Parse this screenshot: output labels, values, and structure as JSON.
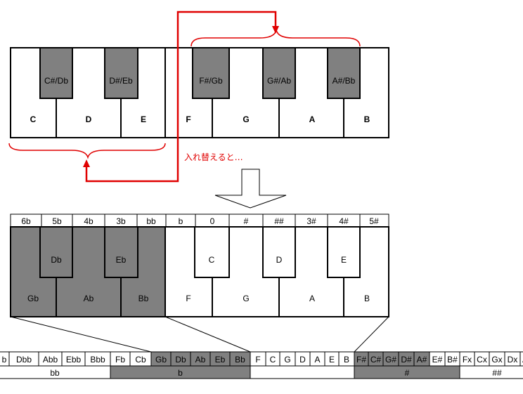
{
  "top_keyboard": {
    "white_keys": [
      "C",
      "D",
      "E",
      "F",
      "G",
      "A",
      "B"
    ],
    "black_keys": [
      "C#/Db",
      "D#/Eb",
      "F#/Gb",
      "G#/Ab",
      "A#/Bb"
    ]
  },
  "swap_note": "入れ替えると…",
  "bottom_keyboard": {
    "signatures": [
      "6b",
      "5b",
      "4b",
      "3b",
      "bb",
      "b",
      "0",
      "#",
      "##",
      "3#",
      "4#",
      "5#"
    ],
    "white_keys": [
      "Gb",
      "Ab",
      "Bb",
      "F",
      "G",
      "A",
      "B"
    ],
    "black_keys": [
      "Db",
      "Eb",
      "C",
      "D",
      "E"
    ]
  },
  "strip": {
    "notes": [
      "b",
      "Dbb",
      "Abb",
      "Ebb",
      "Bbb",
      "Fb",
      "Cb",
      "Gb",
      "Db",
      "Ab",
      "Eb",
      "Bb",
      "F",
      "C",
      "G",
      "D",
      "A",
      "E",
      "B",
      "F#",
      "C#",
      "G#",
      "D#",
      "A#",
      "E#",
      "B#",
      "Fx",
      "Cx",
      "Gx",
      "Dx",
      "Ax"
    ],
    "groups": [
      "bb",
      "b",
      "",
      "#",
      "##"
    ]
  },
  "colors": {
    "key_gray": "#808080",
    "arrow_red": "#e00000"
  }
}
